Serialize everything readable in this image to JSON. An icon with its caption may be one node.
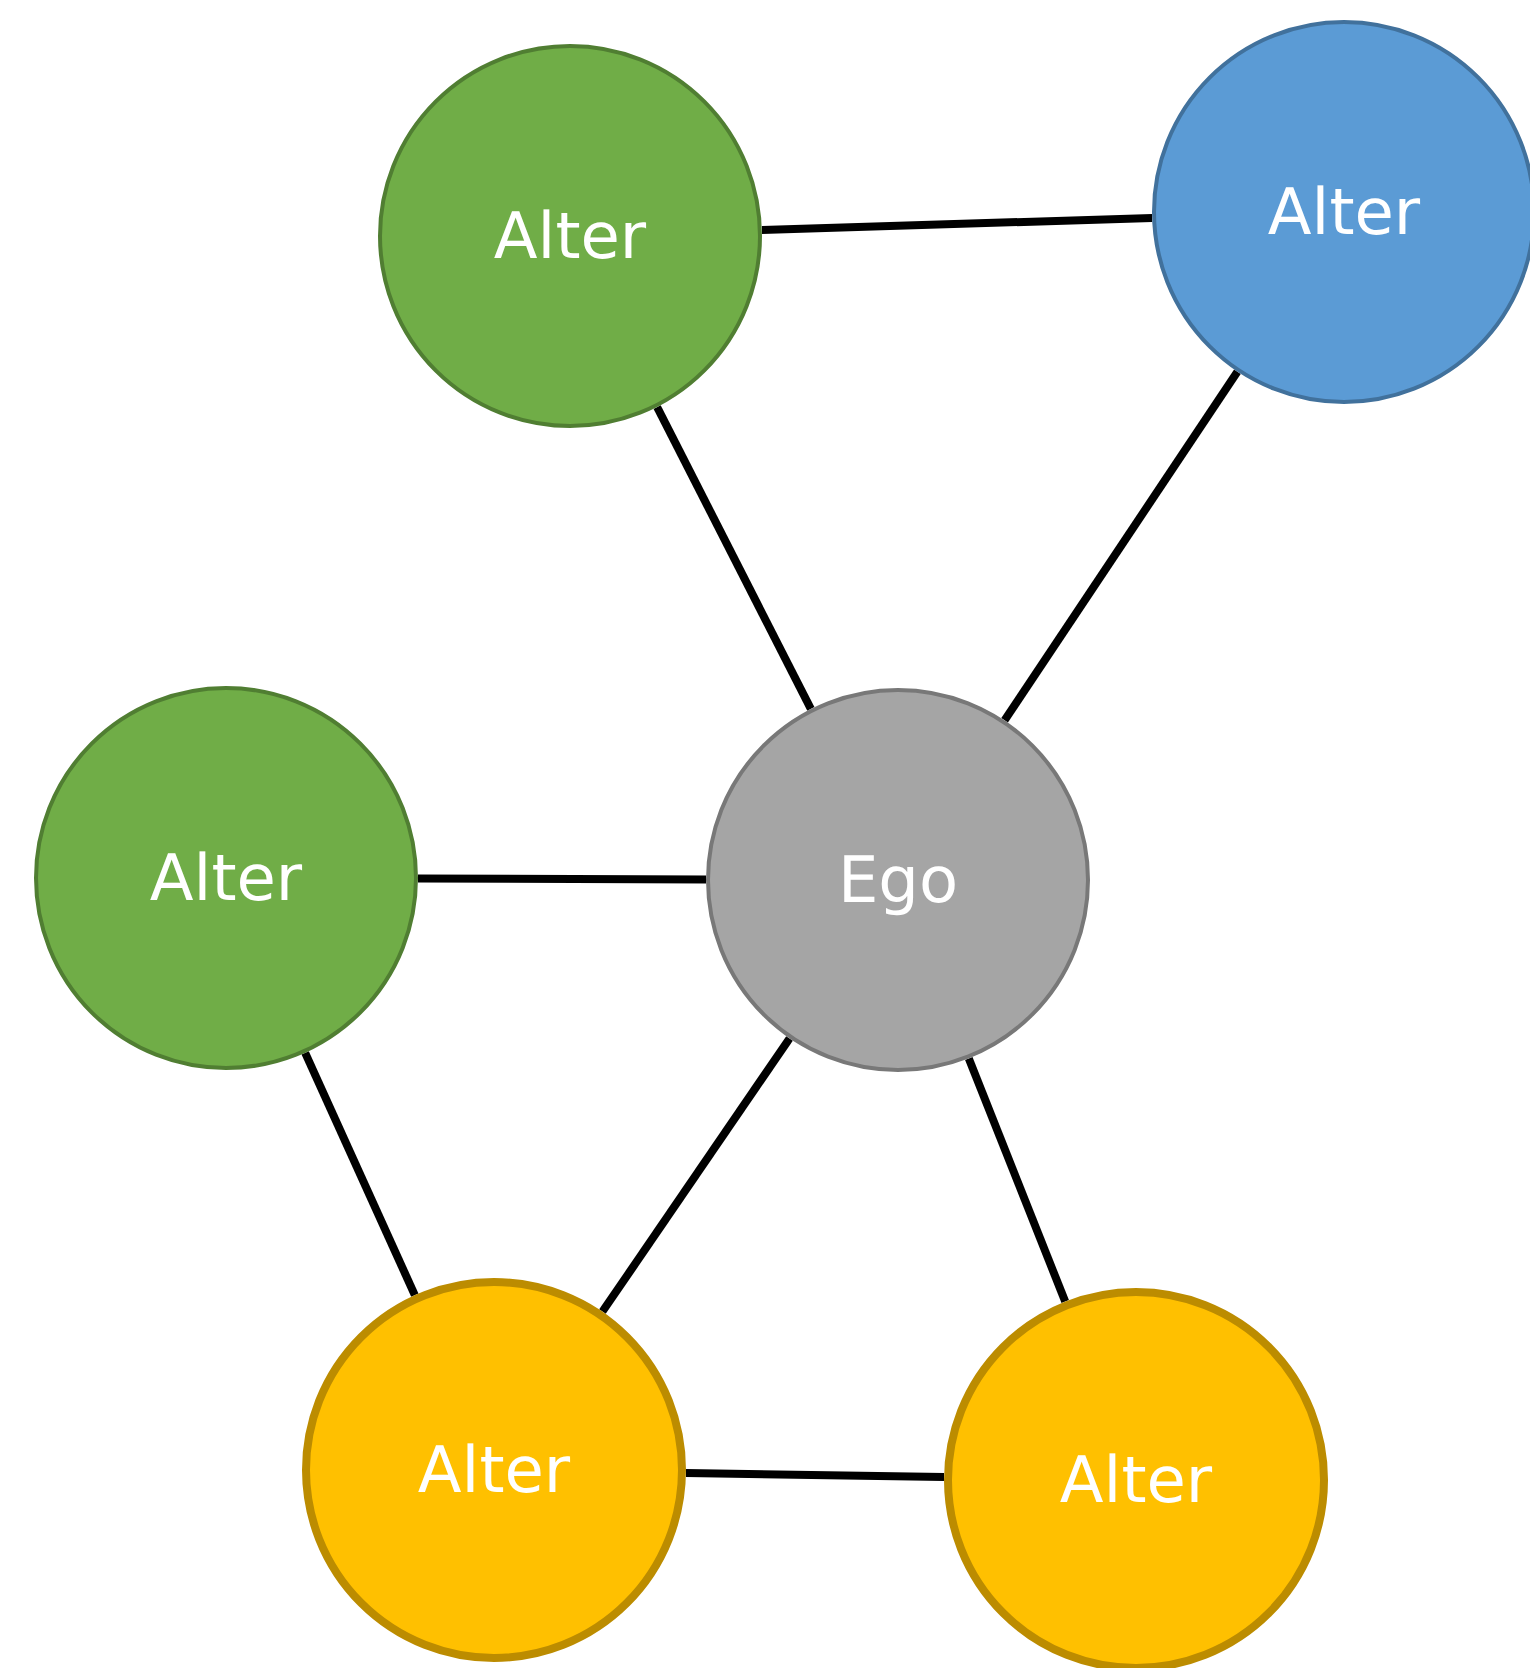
{
  "diagram": {
    "nodes": [
      {
        "text": [
          "Alter"
        ]
      },
      {
        "text": [
          "Alter"
        ]
      },
      {
        "text": [
          "Alter"
        ]
      },
      {
        "text": [
          "Ego"
        ]
      },
      {
        "text": [
          "Alter"
        ]
      },
      {
        "text": [
          "Alter"
        ]
      }
    ],
    "edges": [
      {
        "from": 0,
        "to": 1,
        "arrow": "none"
      },
      {
        "from": 0,
        "to": 3,
        "arrow": "none"
      },
      {
        "from": 1,
        "to": 3,
        "arrow": "none"
      },
      {
        "from": 2,
        "to": 3,
        "arrow": "none"
      },
      {
        "from": 2,
        "to": 4,
        "arrow": "none"
      },
      {
        "from": 3,
        "to": 4,
        "arrow": "none"
      },
      {
        "from": 3,
        "to": 5,
        "arrow": "none"
      },
      {
        "from": 4,
        "to": 5,
        "arrow": "none"
      }
    ]
  }
}
